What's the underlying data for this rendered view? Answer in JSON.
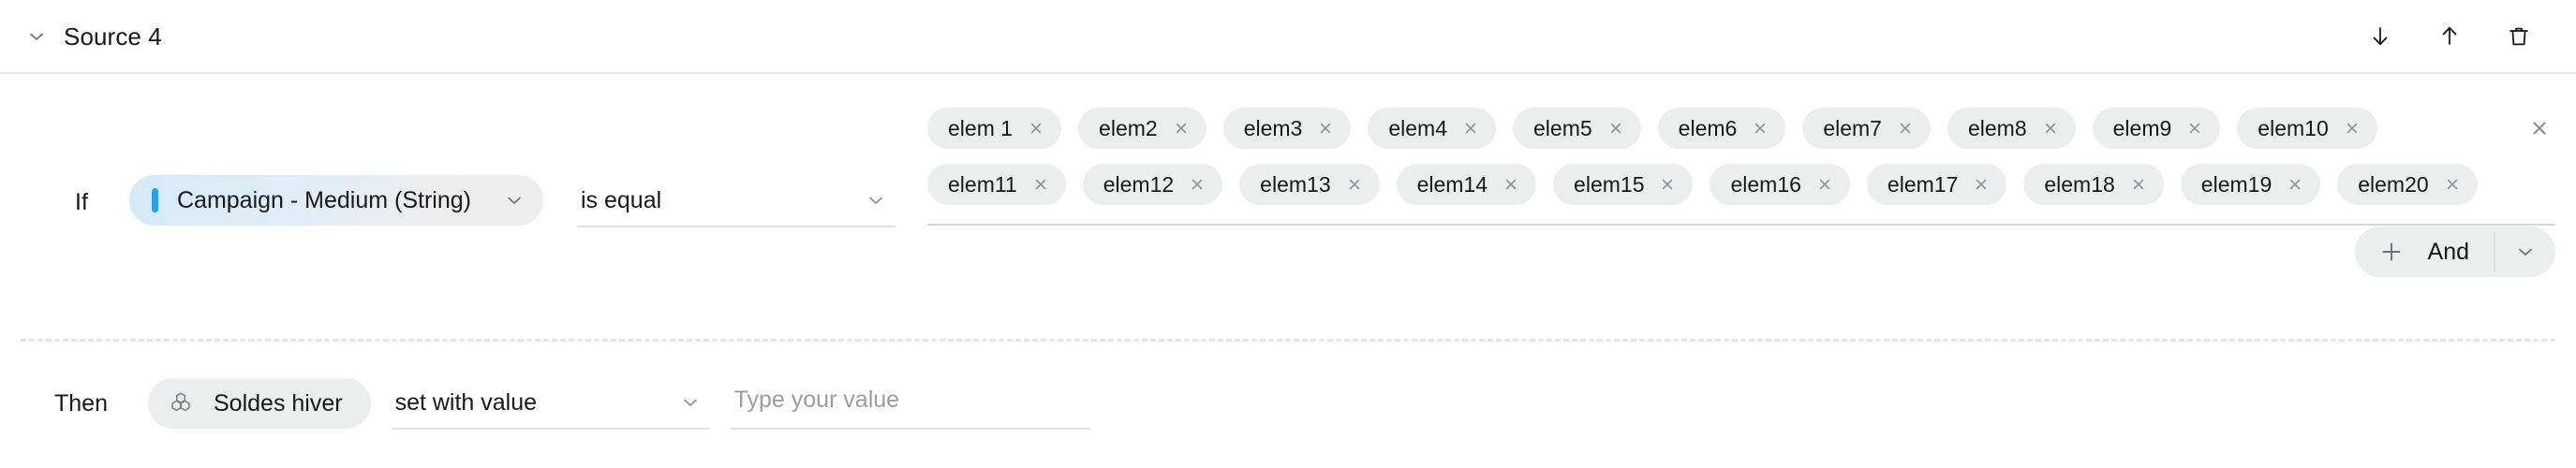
{
  "header": {
    "title": "Source 4",
    "collapse_icon": "chevron-down-icon",
    "actions": [
      {
        "name": "move-down-button",
        "icon": "arrow-down-icon"
      },
      {
        "name": "move-up-button",
        "icon": "arrow-up-icon"
      },
      {
        "name": "delete-button",
        "icon": "trash-icon"
      }
    ]
  },
  "condition": {
    "label": "If",
    "field": {
      "text": "Campaign - Medium (String)",
      "accent_color": "#22a1f0",
      "chevron": "chevron-down-icon"
    },
    "operator": {
      "value": "is equal",
      "chevron": "chevron-down-icon"
    },
    "values": {
      "tags": [
        "elem 1",
        "elem2",
        "elem3",
        "elem4",
        "elem5",
        "elem6",
        "elem7",
        "elem8",
        "elem9",
        "elem10",
        "elem11",
        "elem12",
        "elem13",
        "elem14",
        "elem15",
        "elem16",
        "elem17",
        "elem18",
        "elem19",
        "elem20"
      ],
      "remove_icon": "close-icon",
      "clear_all_icon": "close-icon"
    },
    "add_button": {
      "plus_icon": "plus-icon",
      "label": "And",
      "chevron": "chevron-down-icon"
    }
  },
  "action": {
    "label": "Then",
    "target": {
      "icon": "honeycomb-icon",
      "text": "Soldes hiver"
    },
    "operation": {
      "value": "set with value",
      "chevron": "chevron-down-icon"
    },
    "value_field": {
      "value": "",
      "placeholder": "Type your value"
    }
  },
  "colors": {
    "pill_gray": "#eceded",
    "accent_blue": "#22a1f0",
    "border_gray": "#e3e4e6"
  }
}
